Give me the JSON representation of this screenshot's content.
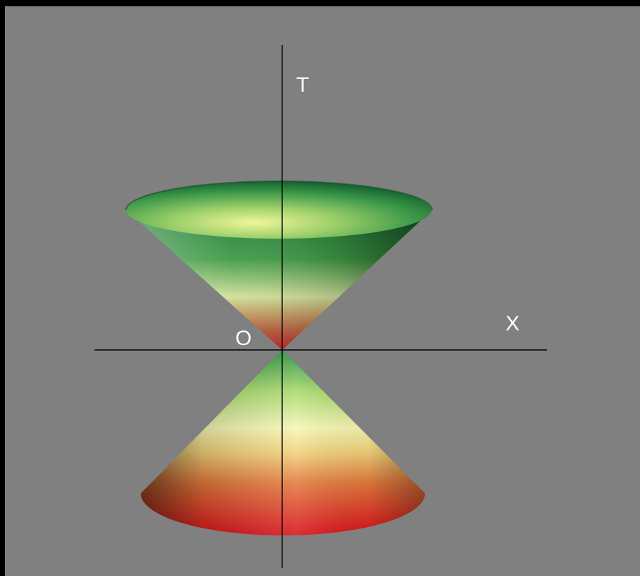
{
  "labels": {
    "time_axis": "T",
    "space_axis": "X",
    "origin": "O"
  },
  "colors": {
    "background": "#808080",
    "border": "#000000",
    "axes": "#000000",
    "label": "#ffffff",
    "cone_green_dark": "#0f5a2e",
    "cone_green": "#2e9a4c",
    "cone_pale": "#f2f4a0",
    "cone_yellow": "#eaea7a",
    "cone_red": "#e0141c"
  },
  "icons": {
    "future_cone": "future-light-cone",
    "past_cone": "past-light-cone"
  }
}
